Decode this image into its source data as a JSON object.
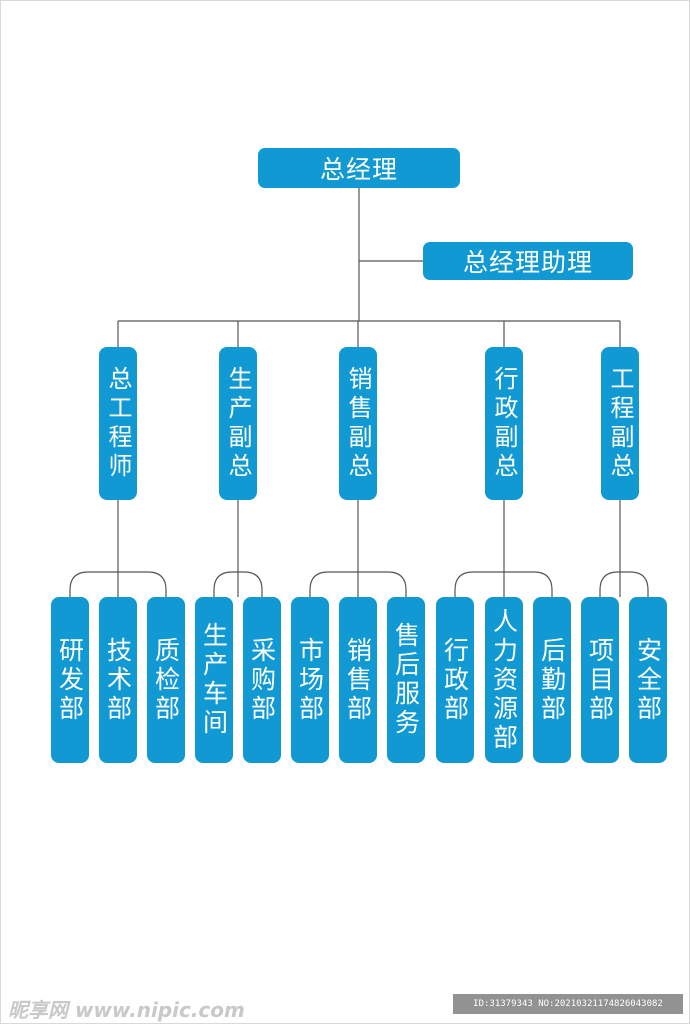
{
  "ceo": "总经理",
  "assistant": "总经理助理",
  "vps": [
    {
      "title": "总工程师",
      "depts": [
        "研发部",
        "技术部",
        "质检部"
      ]
    },
    {
      "title": "生产副总",
      "depts": [
        "生产车间",
        "采购部"
      ]
    },
    {
      "title": "销售副总",
      "depts": [
        "市场部",
        "销售部",
        "售后服务"
      ]
    },
    {
      "title": "行政副总",
      "depts": [
        "行政部",
        "人力资源部",
        "后勤部"
      ]
    },
    {
      "title": "工程副总",
      "depts": [
        "项目部",
        "安全部"
      ]
    }
  ],
  "watermark": {
    "left": "昵享网 www.nipic.com",
    "right": "ID:31379343 NO:20210321174826043082"
  },
  "colors": {
    "box": "#1199d4",
    "line": "#555555"
  }
}
